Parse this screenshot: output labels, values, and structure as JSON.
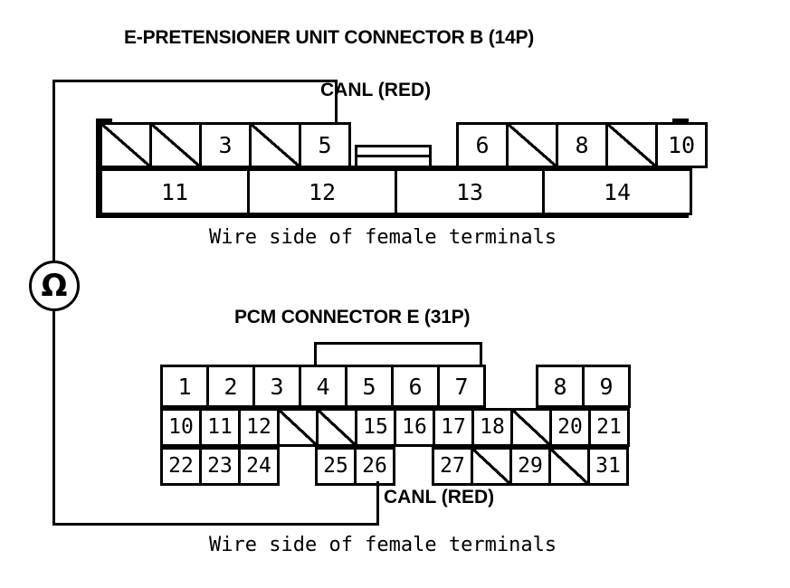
{
  "diagram": {
    "top_connector": {
      "title": "E-PRETENSIONER UNIT CONNECTOR B (14P)",
      "wire_label": "CANL (RED)",
      "caption": "Wire side of female terminals",
      "top_row_left": [
        {
          "label": "",
          "blank": true
        },
        {
          "label": "",
          "blank": true
        },
        {
          "label": "3",
          "blank": false
        },
        {
          "label": "",
          "blank": true
        },
        {
          "label": "5",
          "blank": false
        }
      ],
      "top_row_right": [
        {
          "label": "6",
          "blank": false
        },
        {
          "label": "",
          "blank": true
        },
        {
          "label": "8",
          "blank": false
        },
        {
          "label": "",
          "blank": true
        },
        {
          "label": "10",
          "blank": false
        }
      ],
      "bottom_row": [
        {
          "label": "11"
        },
        {
          "label": "12"
        },
        {
          "label": "13"
        },
        {
          "label": "14"
        }
      ],
      "probe_pin": "5"
    },
    "pcm_connector": {
      "title": "PCM CONNECTOR E (31P)",
      "wire_label": "CANL (RED)",
      "caption": "Wire side of female terminals",
      "row1_left": [
        {
          "label": "1",
          "blank": false
        },
        {
          "label": "2",
          "blank": false
        },
        {
          "label": "3",
          "blank": false
        },
        {
          "label": "4",
          "blank": false
        },
        {
          "label": "5",
          "blank": false
        },
        {
          "label": "6",
          "blank": false
        },
        {
          "label": "7",
          "blank": false
        }
      ],
      "row1_right": [
        {
          "label": "8",
          "blank": false
        },
        {
          "label": "9",
          "blank": false
        }
      ],
      "row2": [
        {
          "label": "10",
          "blank": false
        },
        {
          "label": "11",
          "blank": false
        },
        {
          "label": "12",
          "blank": false
        },
        {
          "label": "",
          "blank": true
        },
        {
          "label": "",
          "blank": true
        },
        {
          "label": "15",
          "blank": false
        },
        {
          "label": "16",
          "blank": false
        },
        {
          "label": "17",
          "blank": false
        },
        {
          "label": "18",
          "blank": false
        },
        {
          "label": "",
          "blank": true
        },
        {
          "label": "20",
          "blank": false
        },
        {
          "label": "21",
          "blank": false
        }
      ],
      "row3_group_a": [
        {
          "label": "22",
          "blank": false
        },
        {
          "label": "23",
          "blank": false
        },
        {
          "label": "24",
          "blank": false
        }
      ],
      "row3_group_b": [
        {
          "label": "25",
          "blank": false
        },
        {
          "label": "26",
          "blank": false
        }
      ],
      "row3_group_c": [
        {
          "label": "27",
          "blank": false
        },
        {
          "label": "",
          "blank": true
        },
        {
          "label": "29",
          "blank": false
        },
        {
          "label": "",
          "blank": true
        },
        {
          "label": "31",
          "blank": false
        }
      ],
      "probe_pin": "26"
    },
    "meter": {
      "symbol": "Ω",
      "name": "ohmmeter"
    },
    "colors": {
      "line": "#000000",
      "background": "#ffffff"
    }
  }
}
